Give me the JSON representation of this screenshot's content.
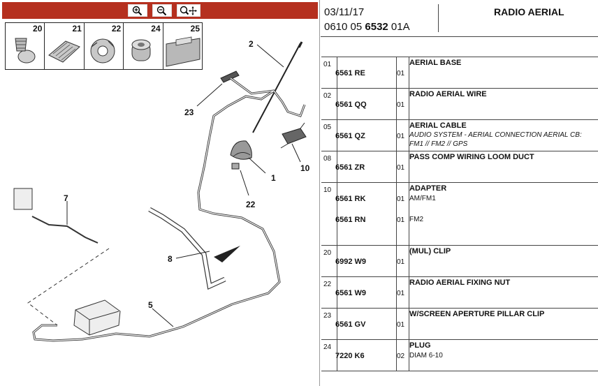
{
  "toolbar": {
    "buttons": [
      {
        "icon": "zoom-in-icon"
      },
      {
        "icon": "zoom-out-icon"
      },
      {
        "icon": "zoom-fit-icon"
      }
    ]
  },
  "thumbnails": [
    "20",
    "21",
    "22",
    "24",
    "25"
  ],
  "callouts": [
    "1",
    "2",
    "5",
    "7",
    "8",
    "10",
    "22",
    "23"
  ],
  "header": {
    "date": "03/11/17",
    "code_prefix": "0610 05 ",
    "code_bold": "6532",
    "code_suffix": " 01A",
    "title": "RADIO AERIAL"
  },
  "parts": [
    {
      "index": "01",
      "name": "AERIAL BASE",
      "refs": [
        {
          "ref": "6561 RE",
          "qty": "01",
          "desc": ""
        }
      ]
    },
    {
      "index": "02",
      "name": "RADIO AERIAL WIRE",
      "refs": [
        {
          "ref": "6561 QQ",
          "qty": "01",
          "desc": ""
        }
      ]
    },
    {
      "index": "05",
      "name": "AERIAL CABLE",
      "note1": "AUDIO SYSTEM - AERIAL CONNECTION AERIAL CB:",
      "note2": "FM1 // FM2 // GPS",
      "refs": [
        {
          "ref": "6561 QZ",
          "qty": "01",
          "desc": ""
        }
      ]
    },
    {
      "index": "08",
      "name": "PASS COMP WIRING LOOM DUCT",
      "refs": [
        {
          "ref": "6561 ZR",
          "qty": "01",
          "desc": ""
        }
      ]
    },
    {
      "index": "10",
      "name": "ADAPTER",
      "refs": [
        {
          "ref": "6561 RK",
          "qty": "01",
          "desc": "AM/FM1"
        },
        {
          "ref": "6561 RN",
          "qty": "01",
          "desc": "FM2"
        }
      ]
    },
    {
      "index": "20",
      "name": "(MUL) CLIP",
      "refs": [
        {
          "ref": "6992 W9",
          "qty": "01",
          "desc": ""
        }
      ]
    },
    {
      "index": "22",
      "name": "RADIO AERIAL FIXING NUT",
      "refs": [
        {
          "ref": "6561 W9",
          "qty": "01",
          "desc": ""
        }
      ]
    },
    {
      "index": "23",
      "name": "W/SCREEN APERTURE PILLAR CLIP",
      "refs": [
        {
          "ref": "6561 GV",
          "qty": "01",
          "desc": ""
        }
      ]
    },
    {
      "index": "24",
      "name": "PLUG",
      "refs": [
        {
          "ref": "7220 K6",
          "qty": "02",
          "desc": "DIAM 6-10"
        }
      ]
    }
  ]
}
